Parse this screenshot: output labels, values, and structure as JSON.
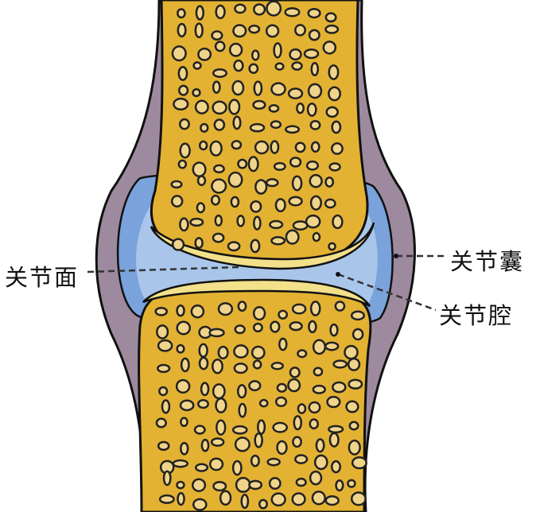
{
  "labels": {
    "articular_surface": "关节面",
    "joint_capsule": "关节囊",
    "joint_cavity": "关节腔"
  },
  "colors": {
    "capsule_outer": "#9d8a9e",
    "bone": "#e3b233",
    "cartilage": "#f2e08a",
    "cavity": "#a9c6ea",
    "synovial": "#7aa2db"
  }
}
